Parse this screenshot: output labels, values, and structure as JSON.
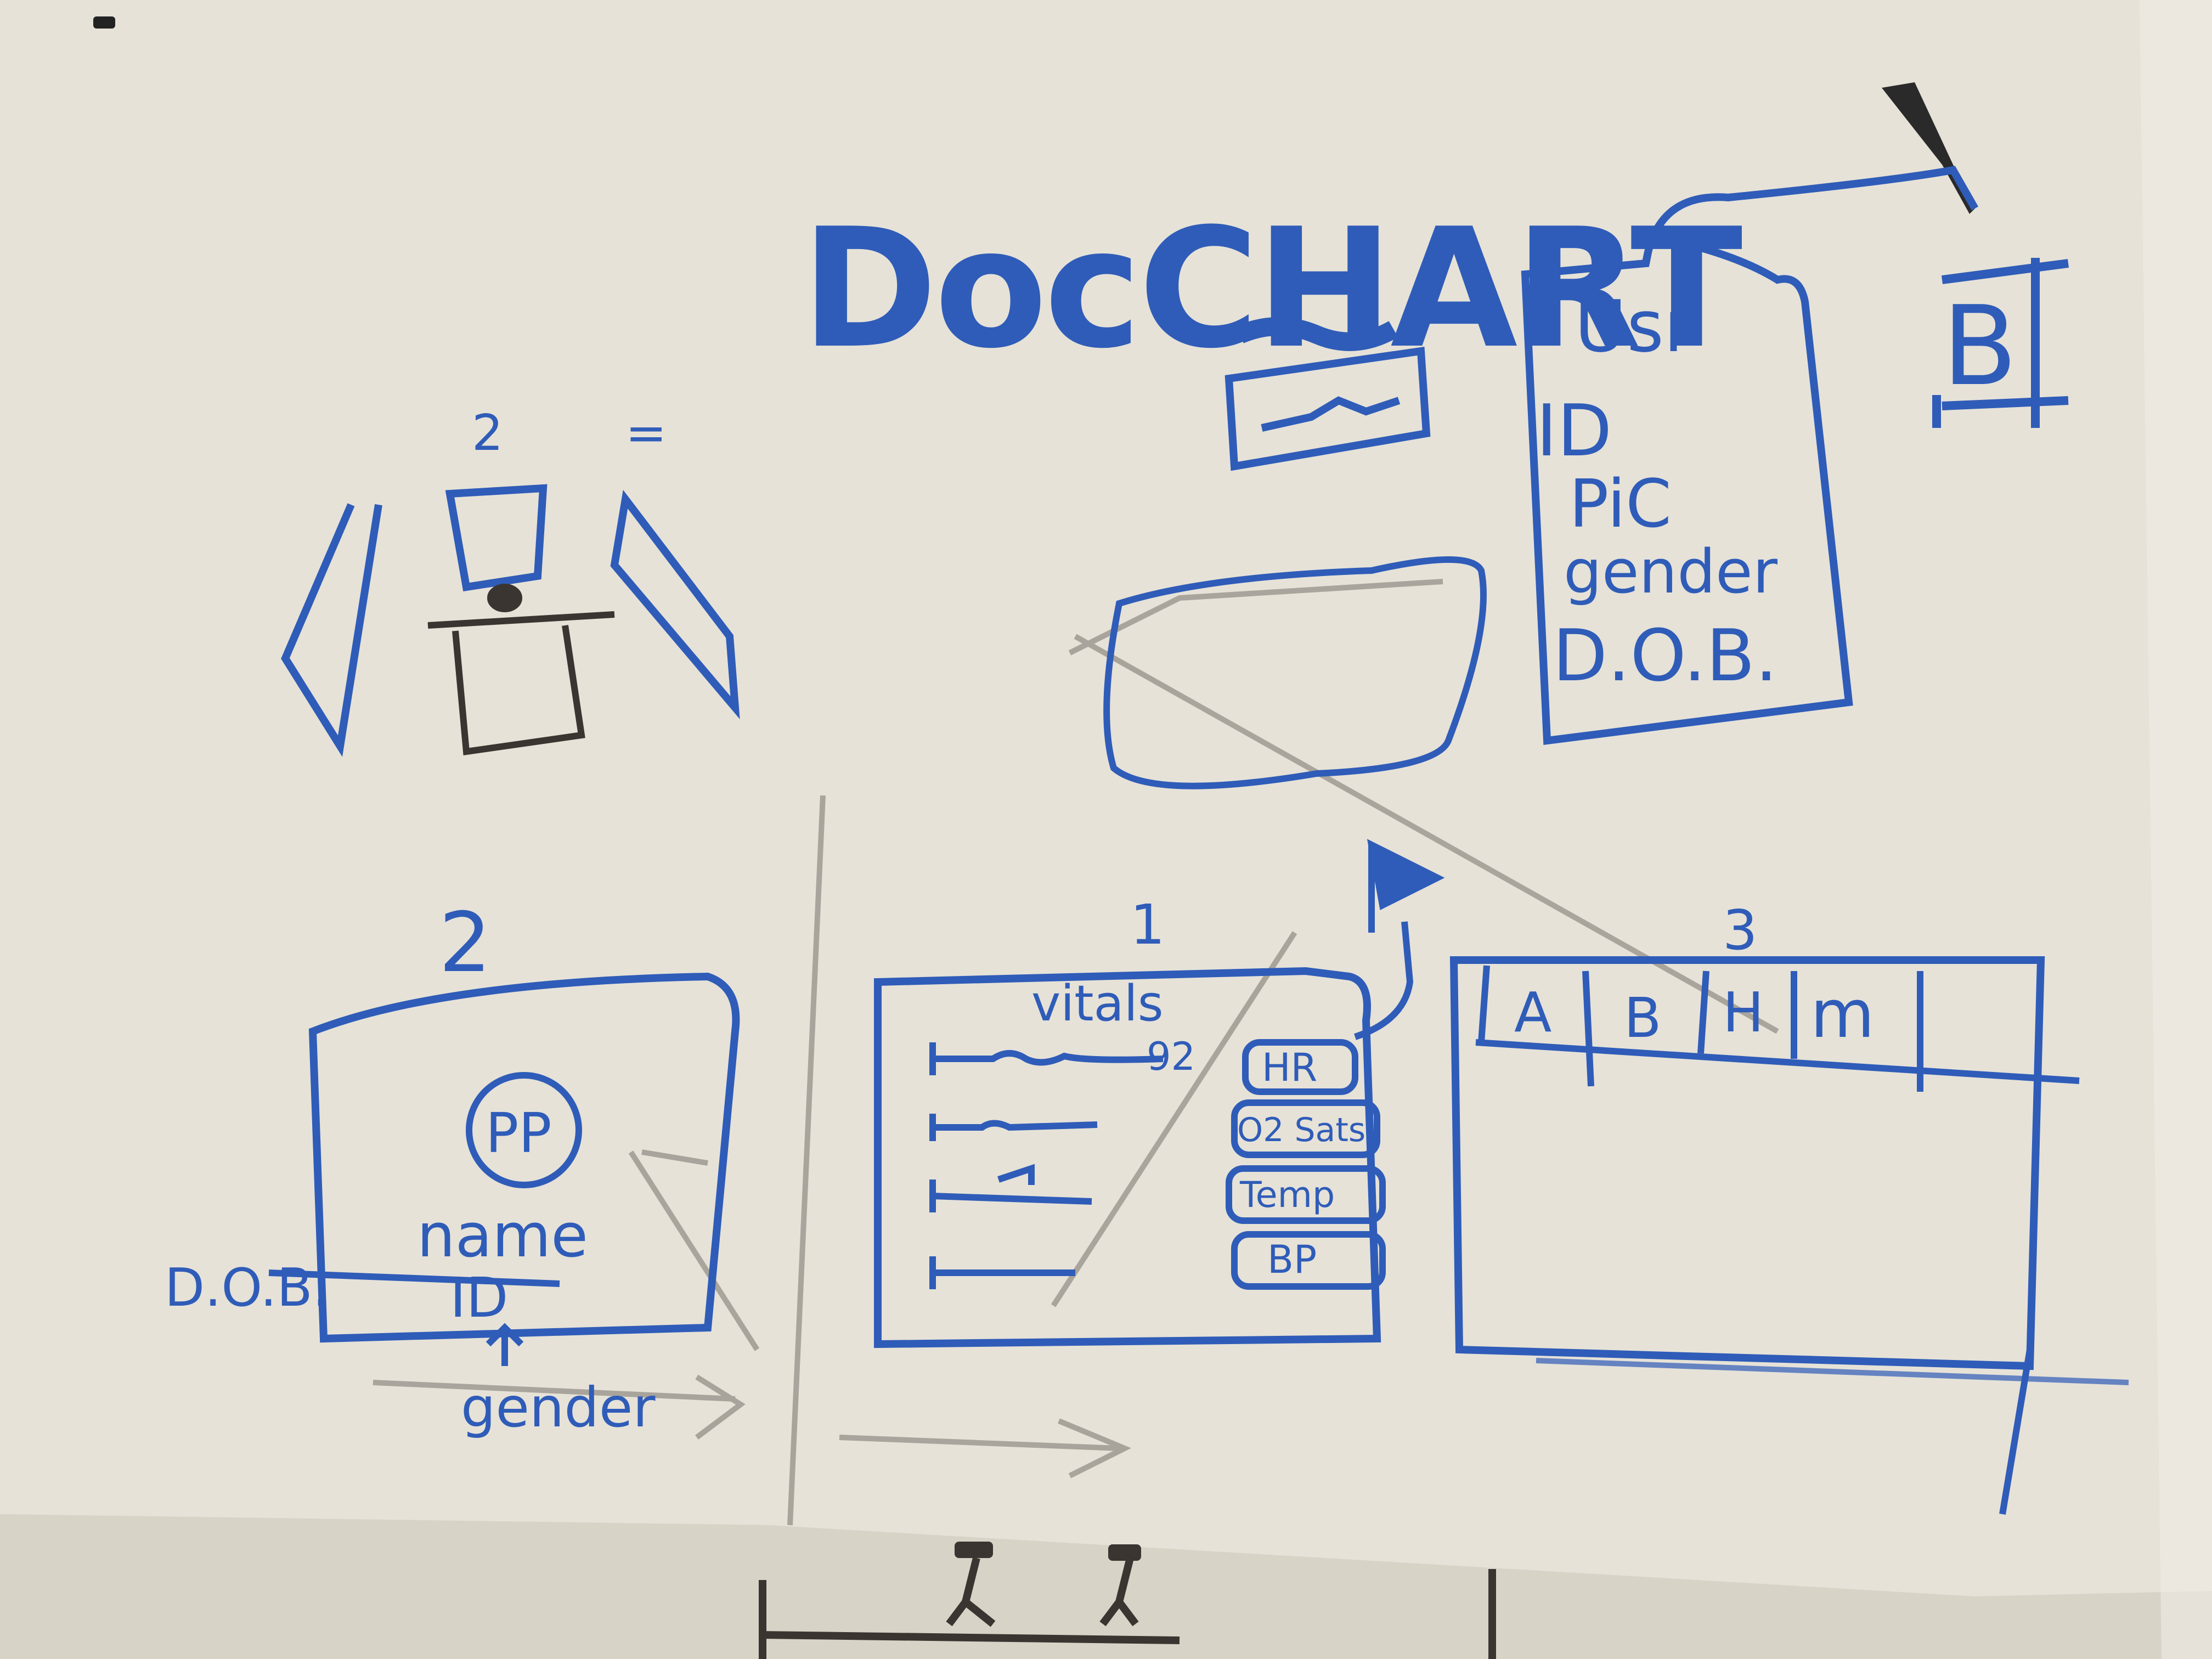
{
  "colors": {
    "paper": "#e8e4da",
    "paper_shadow": "#cfc9bc",
    "marker_blue": "#2f5cb8",
    "pencil_gray": "#8a8580",
    "dark_marker": "#3a3530",
    "clip": "#222222"
  },
  "title": "DocCHART",
  "user_card": {
    "heading": "Usr",
    "fields": [
      "ID",
      "PiC",
      "gender",
      "D.O.B."
    ]
  },
  "side_icon_letter": "B",
  "top_left_sketch": {
    "label_left": "2",
    "label_right": "="
  },
  "panel_2": {
    "number": "2",
    "photo_label": "PP",
    "name_label": "name",
    "id_label": "ID",
    "dob_label": "D.O.B.",
    "gender_label": "gender"
  },
  "panel_1": {
    "number": "1",
    "title": "vitals",
    "first_row_value": "92",
    "buttons": [
      "HR",
      "O2 Sats",
      "Temp",
      "BP"
    ]
  },
  "panel_3": {
    "number": "3",
    "tabs": [
      "A",
      "B",
      "H",
      "m"
    ]
  }
}
